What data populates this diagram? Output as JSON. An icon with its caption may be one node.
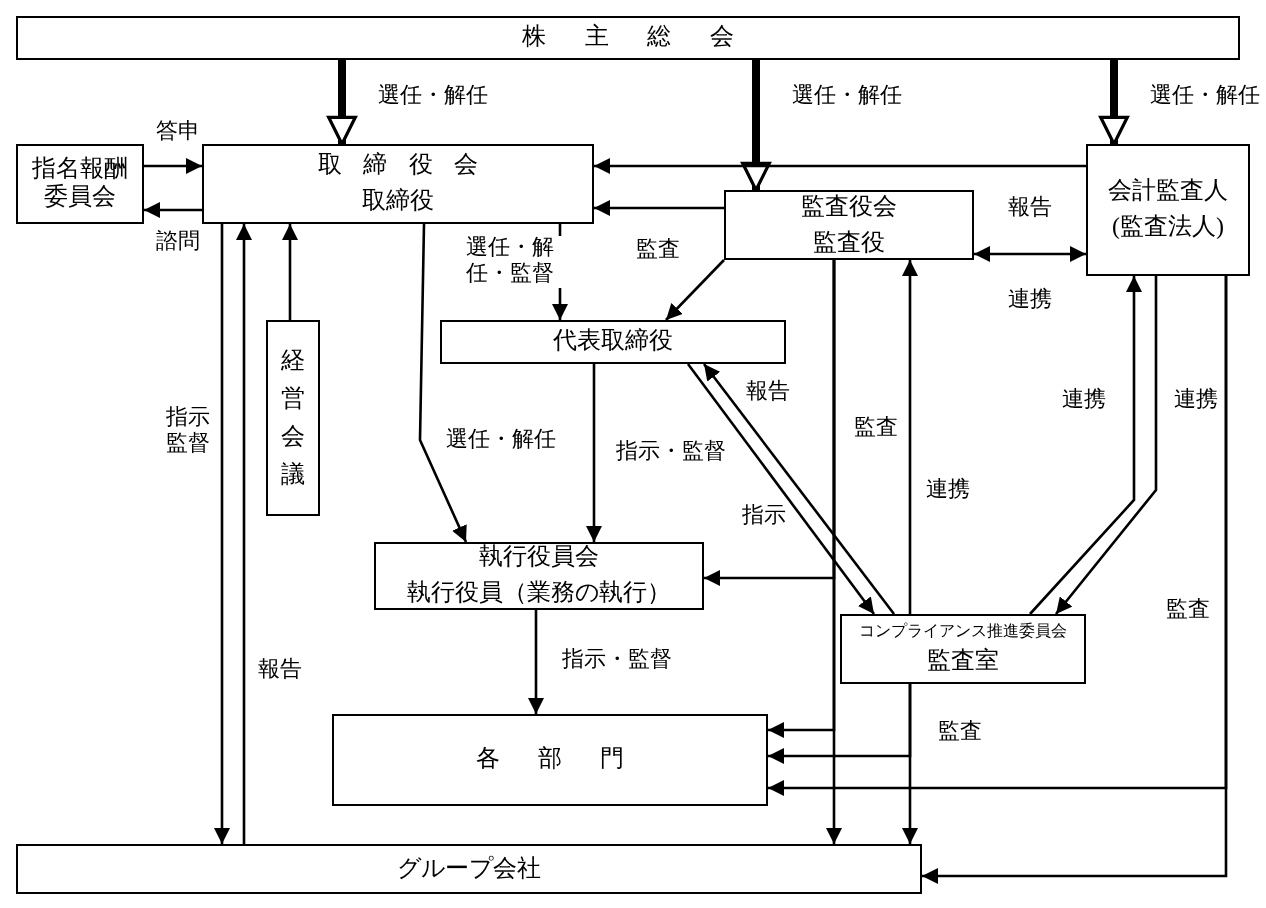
{
  "diagram": {
    "nodes": [
      {
        "text": [
          "株主総会"
        ]
      },
      {
        "text": [
          "指名報酬委員会"
        ]
      },
      {
        "text": [
          "取締役会",
          "取締役"
        ]
      },
      {
        "text": [
          "監査役会",
          "監査役"
        ]
      },
      {
        "text": [
          "会計監査人",
          "(監査法人)"
        ]
      },
      {
        "text": [
          "経営会議"
        ]
      },
      {
        "text": [
          "代表取締役"
        ]
      },
      {
        "text": [
          "執行役員会",
          "執行役員（業務の執行）"
        ]
      },
      {
        "text": [
          "コンプライアンス推進委員会",
          "監査室"
        ]
      },
      {
        "text": [
          "各部門"
        ]
      },
      {
        "text": [
          "グループ会社"
        ]
      }
    ],
    "edges": [
      {
        "from": 0,
        "to": 2,
        "arrow": "to",
        "label": "選任・解任",
        "style": "thick"
      },
      {
        "from": 0,
        "to": 3,
        "arrow": "to",
        "label": "選任・解任",
        "style": "thick"
      },
      {
        "from": 0,
        "to": 4,
        "arrow": "to",
        "label": "選任・解任",
        "style": "thick"
      },
      {
        "from": 1,
        "to": 2,
        "arrow": "to",
        "label": "答申"
      },
      {
        "from": 2,
        "to": 1,
        "arrow": "to",
        "label": "諮問"
      },
      {
        "from": 2,
        "to": 6,
        "arrow": "to",
        "label": "選任・解任・監督"
      },
      {
        "from": 2,
        "to": 7,
        "arrow": "to",
        "label": "選任・解任"
      },
      {
        "from": 4,
        "to": 2,
        "arrow": "to"
      },
      {
        "from": 3,
        "to": 2,
        "arrow": "to",
        "label": "監査"
      },
      {
        "from": 3,
        "to": 6,
        "arrow": "to"
      },
      {
        "from": 3,
        "to": 4,
        "arrow": "both",
        "label": "報告"
      },
      {
        "from": 6,
        "to": 7,
        "arrow": "to",
        "label": "指示・監督"
      },
      {
        "from": 8,
        "to": 6,
        "arrow": "to",
        "label": "報告"
      },
      {
        "from": 6,
        "to": 8,
        "arrow": "to",
        "label": "指示"
      },
      {
        "from": 8,
        "to": 3,
        "arrow": "to",
        "label": "連携"
      },
      {
        "from": 8,
        "to": 4,
        "arrow": "to",
        "label": "連携"
      },
      {
        "from": 4,
        "to": 8,
        "arrow": "to",
        "label": "連携"
      },
      {
        "from": 3,
        "to": 7,
        "arrow": "to",
        "label": "監査"
      },
      {
        "from": 3,
        "to": 9,
        "arrow": "to"
      },
      {
        "from": 3,
        "to": 10,
        "arrow": "to"
      },
      {
        "from": 8,
        "to": 9,
        "arrow": "to",
        "label": "監査"
      },
      {
        "from": 8,
        "to": 10,
        "arrow": "to"
      },
      {
        "from": 4,
        "to": 9,
        "arrow": "to",
        "label": "監査"
      },
      {
        "from": 4,
        "to": 10,
        "arrow": "to"
      },
      {
        "from": 2,
        "to": 10,
        "arrow": "to",
        "label": "指示監督"
      },
      {
        "from": 10,
        "to": 2,
        "arrow": "to",
        "label": "報告"
      },
      {
        "from": 5,
        "to": 2,
        "arrow": "to"
      },
      {
        "from": 7,
        "to": 9,
        "arrow": "to",
        "label": "指示・監督"
      }
    ],
    "labels": [
      "連携"
    ]
  }
}
